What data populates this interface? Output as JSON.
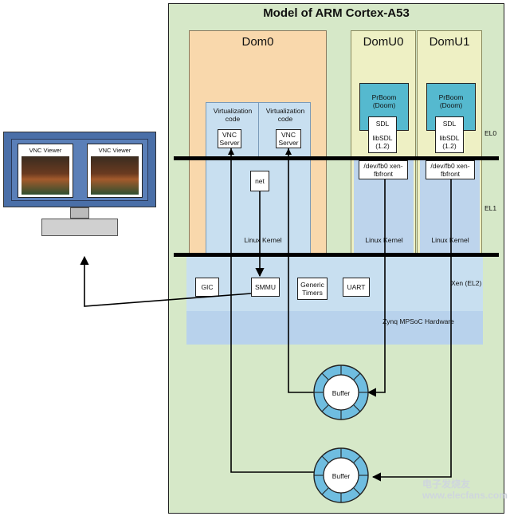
{
  "title": "Model of ARM Cortex-A53",
  "domains": {
    "dom0": "Dom0",
    "domu0": "DomU0",
    "domu1": "DomU1"
  },
  "levels": {
    "el0": "EL0",
    "el1": "EL1",
    "xen": "Xen (EL2)"
  },
  "virt_code": "Virtualization code",
  "vnc_server": "VNC Server",
  "net": "net",
  "linux_kernel": "Linux Kernel",
  "prboom": "PrBoom (Doom)",
  "sdl": "SDL",
  "libsdl": "libSDL (1.2)",
  "fbfront": "/dev/fb0 xen-fbfront",
  "hardware": {
    "gic": "GIC",
    "smmu": "SMMU",
    "timers": "Generic Timers",
    "uart": "UART",
    "zynq": "Zynq MPSoC Hardware"
  },
  "buffer": "Buffer",
  "vnc_viewer": "VNC Viewer",
  "watermark": "电子发烧友 www.elecfans.com",
  "colors": {
    "panel": "#d6e8c8",
    "dom0": "#f9d8ac",
    "domu": "#eef0c4",
    "blue": "#c8dff0",
    "teal": "#55b9cf",
    "monitor": "#4a6fa8"
  }
}
